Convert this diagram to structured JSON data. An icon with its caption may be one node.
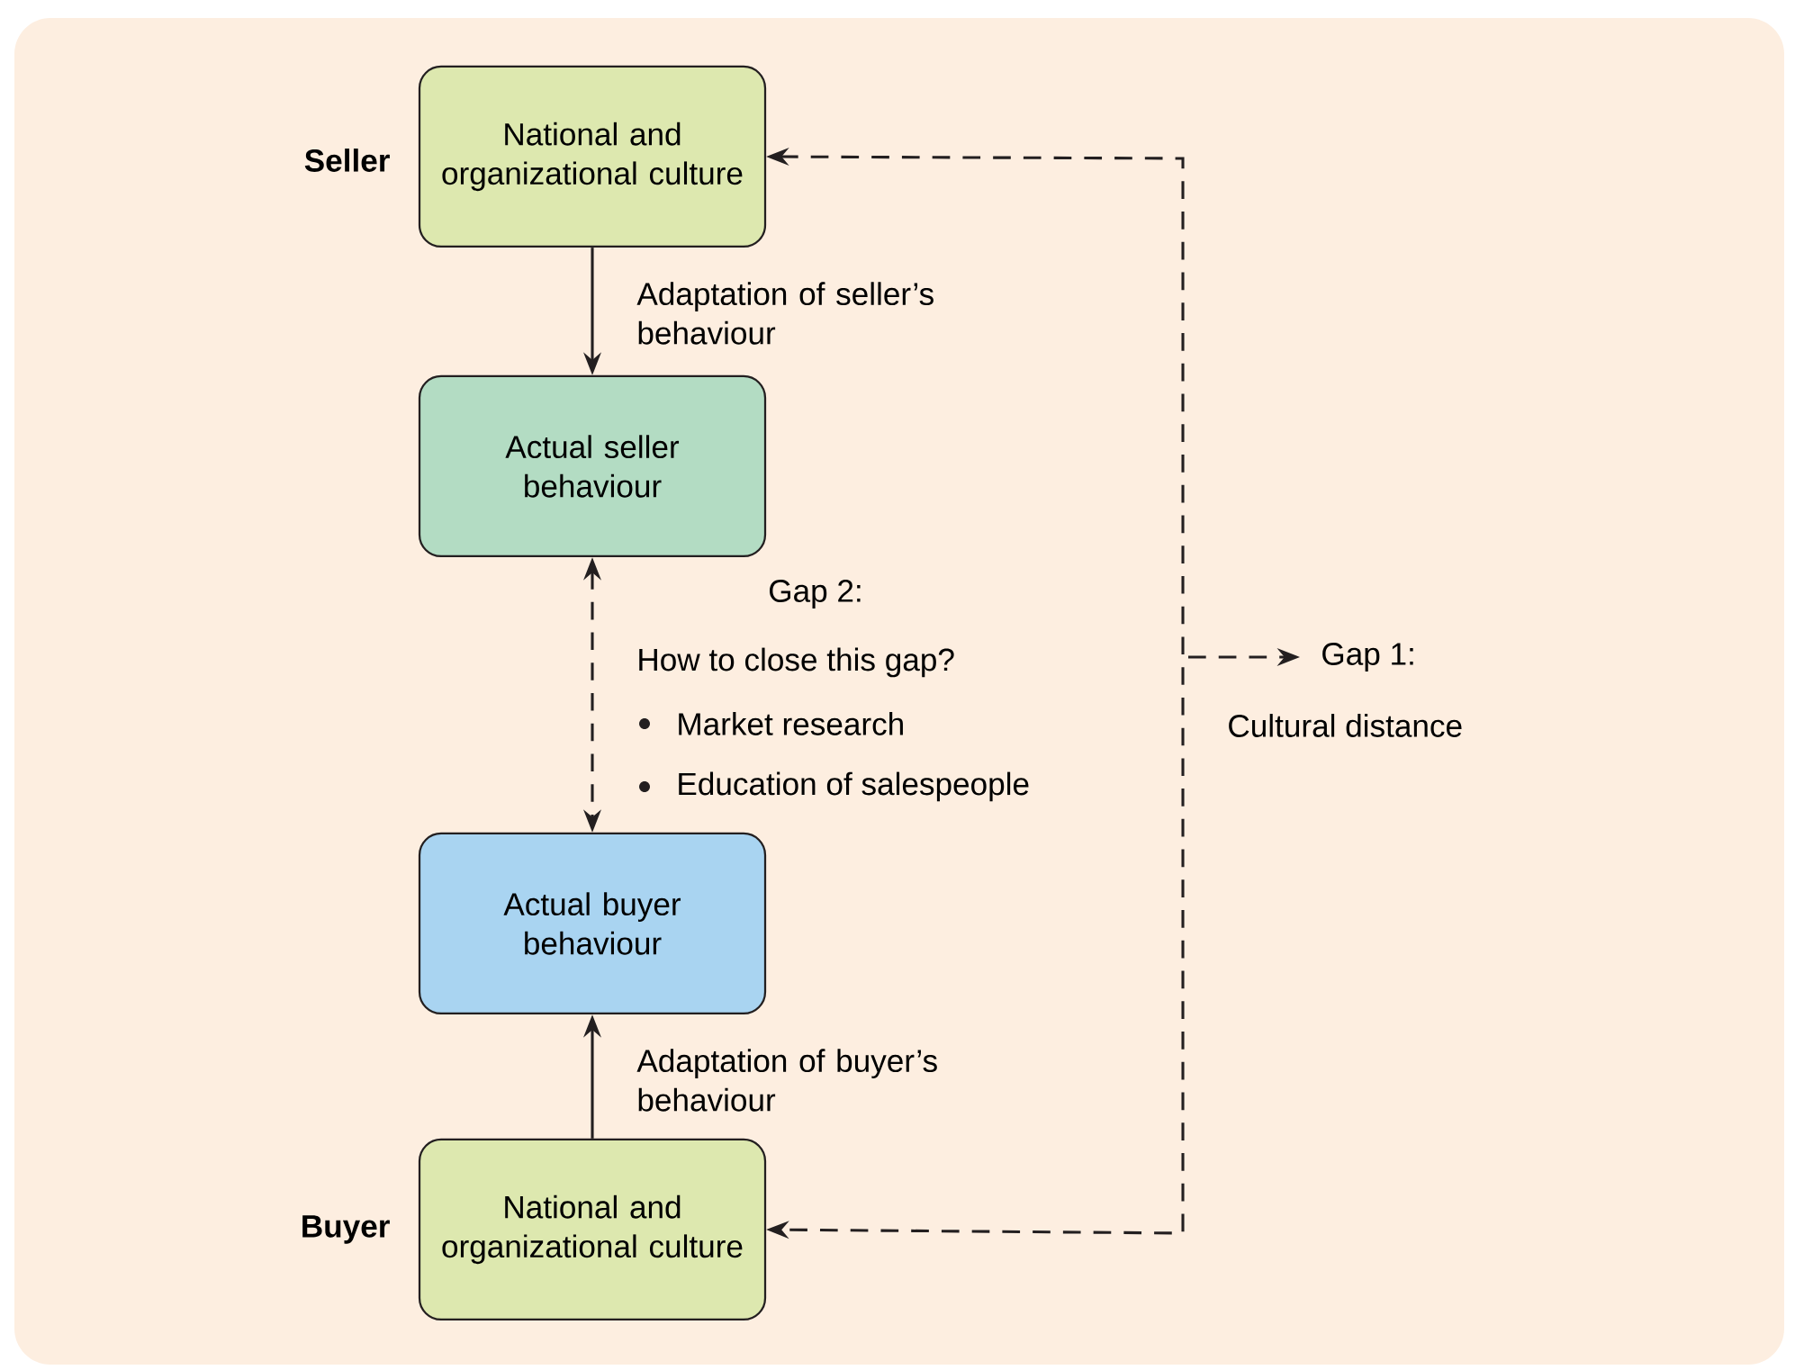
{
  "diagram": {
    "nodes": [
      {
        "text": [
          "National and organizational culture"
        ],
        "beside": [
          "Seller"
        ]
      },
      {
        "text": [
          "Actual seller behaviour"
        ]
      },
      {
        "text": [
          "Actual buyer behaviour"
        ]
      },
      {
        "text": [
          "National and organizational culture"
        ],
        "beside": [
          "Buyer"
        ]
      }
    ],
    "edges": [
      {
        "from": 0,
        "to": 1,
        "arrow": "to",
        "label": "Adaptation of seller’s behaviour"
      },
      {
        "from": 1,
        "to": 2,
        "arrow": "both",
        "style": "dashed"
      },
      {
        "from": 3,
        "to": 2,
        "arrow": "to",
        "label": "Adaptation of buyer’s behaviour"
      },
      {
        "from": 0,
        "to": 3,
        "arrow": "both",
        "style": "dashed"
      }
    ],
    "labels": [
      "Gap 2:",
      "How to close this gap?",
      "Market research",
      "Education of salespeople",
      "Cultural distance"
    ],
    "legend": [
      {
        "text": "Gap 1:"
      }
    ]
  }
}
